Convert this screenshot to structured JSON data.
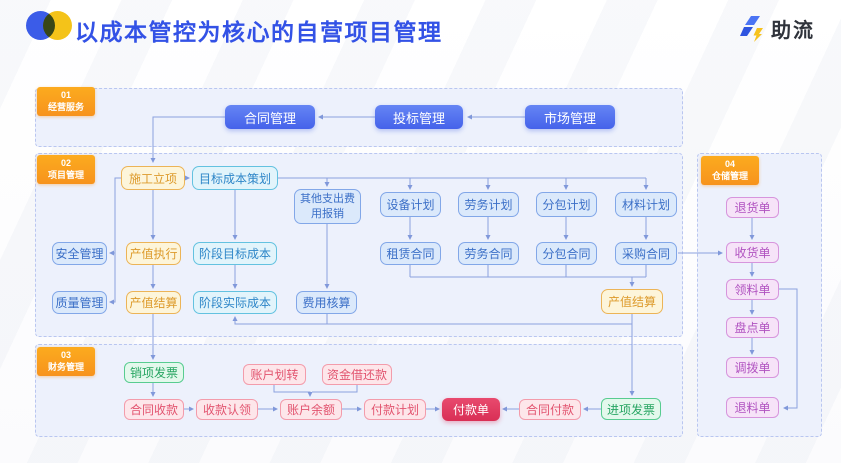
{
  "header": {
    "title": "以成本管控为核心的自营项目管理",
    "brand": "助流"
  },
  "sections": {
    "s01": {
      "num": "01",
      "name": "经营服务"
    },
    "s02": {
      "num": "02",
      "name": "项目管理"
    },
    "s03": {
      "num": "03",
      "name": "财务管理"
    },
    "s04": {
      "num": "04",
      "name": "仓储管理"
    }
  },
  "nodes": {
    "market_mgmt": "市场管理",
    "bid_mgmt": "投标管理",
    "contract_mgmt": "合同管理",
    "construction_initiation": "施工立项",
    "target_cost_planning": "目标成本策划",
    "other_expense_reimburse": "其他支出费用报销",
    "equipment_plan": "设备计划",
    "labor_plan": "劳务计划",
    "subcontract_plan": "分包计划",
    "material_plan": "材料计划",
    "safety_mgmt": "安全管理",
    "output_execution": "产值执行",
    "stage_target_cost": "阶段目标成本",
    "lease_contract": "租赁合同",
    "labor_contract": "劳务合同",
    "subcontract_contract": "分包合同",
    "purchase_contract": "采购合同",
    "quality_mgmt": "质量管理",
    "output_settlement": "产值结算",
    "stage_actual_cost": "阶段实际成本",
    "expense_accounting": "费用核算",
    "output_settlement_right": "产值结算",
    "sales_invoice": "销项发票",
    "account_transfer": "账户划转",
    "fund_borrow_repay": "资金借还款",
    "contract_receipt": "合同收款",
    "receipt_claim": "收款认领",
    "account_balance": "账户余额",
    "payment_plan": "付款计划",
    "payment_order": "付款单",
    "contract_payment": "合同付款",
    "input_invoice": "进项发票",
    "return_order": "退货单",
    "receive_order": "收货单",
    "picking_order": "领料单",
    "stocktake_order": "盘点单",
    "transfer_order": "调拨单",
    "material_return_order": "退料单"
  },
  "colors": {
    "title": "#3352e6",
    "badge_orange": "#f7931d",
    "connector": "#8ba1de",
    "panel_bg": "#edf1fc",
    "accent_blue": "#4c6cee",
    "accent_yellow": "#ecb457",
    "accent_cyan": "#63c2e0",
    "accent_pink": "#f39cab",
    "accent_red": "#d92f55",
    "accent_green": "#58cc90",
    "accent_purple": "#d795dd"
  }
}
